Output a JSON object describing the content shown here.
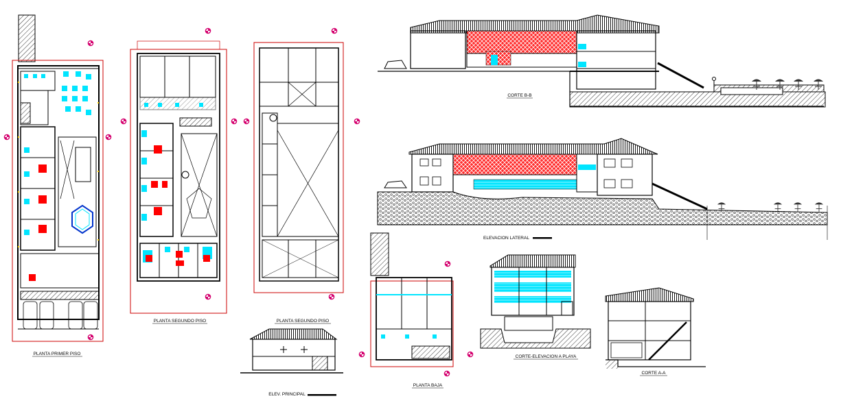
{
  "drawing_labels": {
    "planta_primer_piso": "PLANTA PRIMER PISO",
    "planta_segundo_piso_1": "PLANTA SEGUNDO PISO",
    "planta_segundo_piso_2": "PLANTA SEGUNDO PISO",
    "corte_bb": "CORTE B-B",
    "elevacion_lateral": "ELEVACION LATERAL",
    "planta_baja": "PLANTA BAJA",
    "corte_elevacion_playa": "CORTE-ELEVACION A PLAYA",
    "corte_aa": "CORTE A-A",
    "elev_principal": "ELEV. PRINCIPAL"
  },
  "colors": {
    "line": "#000000",
    "wall": "#222222",
    "dimension": "#cc0000",
    "marker": "#d4006e",
    "glazing": "#00e5ff",
    "fixture_fill": "#ff0000",
    "highlight": "#ffd200",
    "ground": "#555555",
    "blue_item": "#0033cc"
  },
  "icons": {
    "level_marker": "level-marker-icon",
    "car": "car-icon",
    "umbrella": "umbrella-icon",
    "person": "person-icon",
    "tree": "tree-icon"
  }
}
